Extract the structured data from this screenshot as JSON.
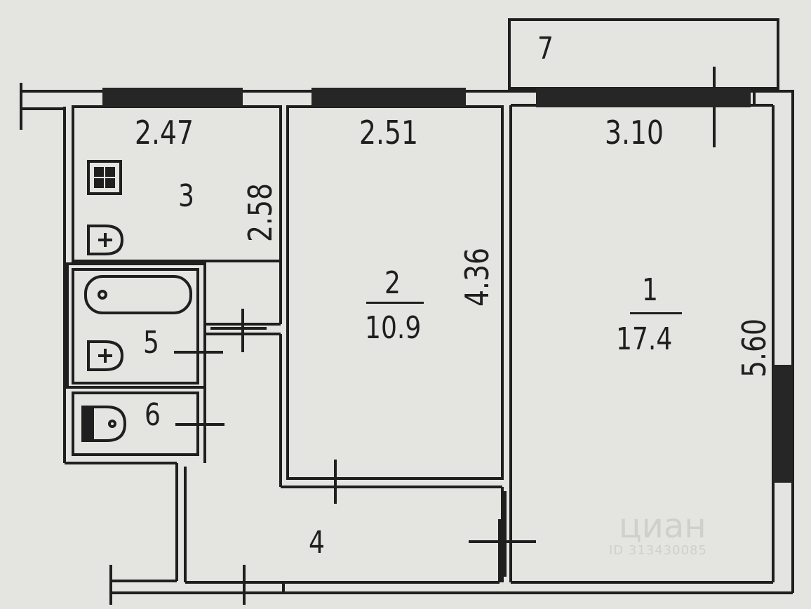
{
  "plan": {
    "dimensions": {
      "room3_width": "2.47",
      "room2_width": "2.51",
      "room1_width": "3.10",
      "room3_length": "2.58",
      "room2_length": "4.36",
      "room1_length": "5.60"
    },
    "rooms": {
      "room1_number": "1",
      "room1_area": "17.4",
      "room2_number": "2",
      "room2_area": "10.9",
      "room3_number": "3",
      "room4_number": "4",
      "room5_number": "5",
      "room6_number": "6",
      "room7_number": "7"
    },
    "icons": [
      "stove-icon",
      "sink-icon",
      "bathtub-icon",
      "toilet-icon"
    ]
  },
  "watermark": {
    "brand": "циан",
    "id_text": "ID 313430085"
  },
  "colors": {
    "line": "#1f1f1f",
    "background": "#e4e4e1",
    "window": "#262626"
  }
}
